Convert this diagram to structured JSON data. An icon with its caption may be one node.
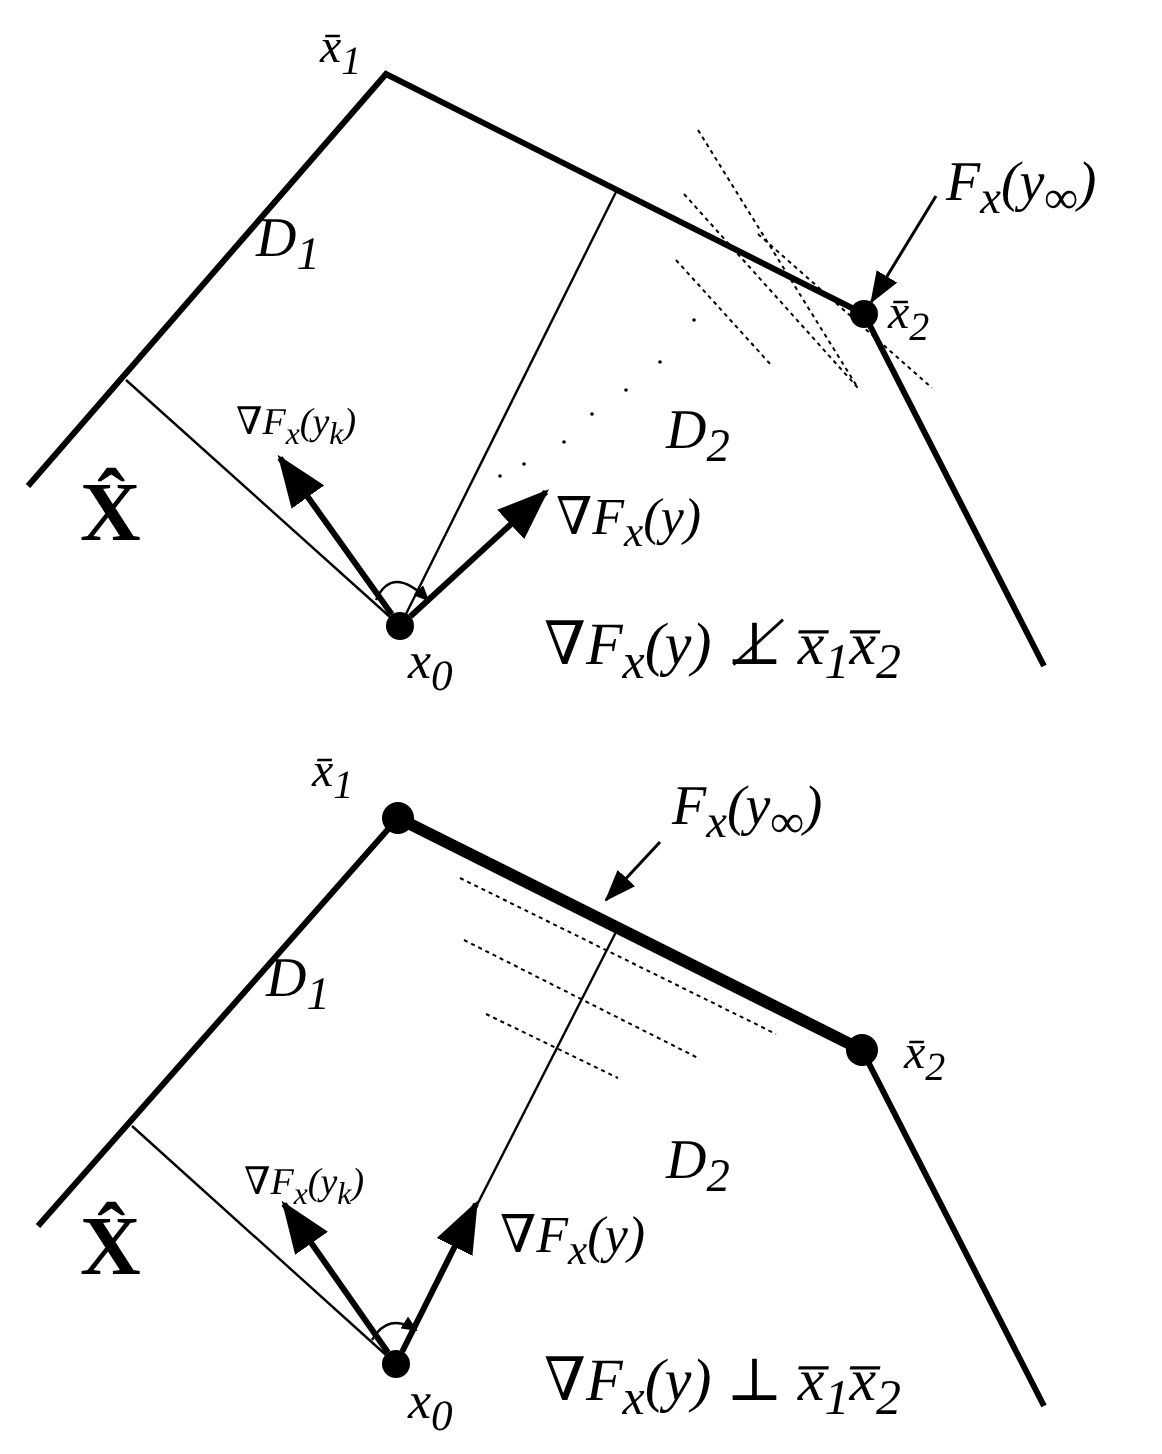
{
  "diagram": {
    "nodes": [
      {
        "text": [],
        "shape": "circle",
        "beside": [
          "x$_{0}$"
        ]
      },
      {
        "text": [],
        "shape": "circle",
        "beside": [
          "x̄$_{2}$"
        ]
      },
      {
        "text": [
          "F$_{x}$(y$_{∞}$)"
        ]
      },
      {
        "text": [],
        "shape": "circle",
        "beside": [
          "x$_{0}$"
        ]
      },
      {
        "text": [],
        "shape": "circle",
        "beside": [
          "x̄$_{1}$"
        ]
      },
      {
        "text": [],
        "shape": "circle",
        "beside": [
          "x̄$_{2}$"
        ]
      },
      {
        "text": [
          "F$_{x}$(y$_{∞}$)"
        ]
      },
      {
        "text": [
          "∇F$_{x}$(y$_{k}$)"
        ]
      },
      {
        "text": [
          "∇F$_{x}$(y)"
        ]
      },
      {
        "text": [
          "∇F$_{x}$(y$_{k}$)"
        ]
      },
      {
        "text": [
          "∇F$_{x}$(y)"
        ]
      }
    ],
    "edges": [
      {
        "from": 2,
        "to": 1,
        "arrow": "to"
      },
      {
        "from": 0,
        "to": 7,
        "arrow": "to"
      },
      {
        "from": 0,
        "to": 8,
        "arrow": "to"
      },
      {
        "from": 6,
        "to": null,
        "arrow": "to"
      },
      {
        "from": 3,
        "to": 9,
        "arrow": "to"
      },
      {
        "from": 3,
        "to": 10,
        "arrow": "to"
      }
    ],
    "labels": [
      "x̄$_{1}$",
      "D$_{1}$",
      "D$_{2}$",
      "X̂",
      "∇F$_{x}$(y) ⊥̸ x̅$_{1}$x̅$_{2}$",
      "D$_{1}$",
      "D$_{2}$",
      "X̂",
      "∇F$_{x}$(y) ⊥ x̅$_{1}$x̅$_{2}$"
    ]
  }
}
